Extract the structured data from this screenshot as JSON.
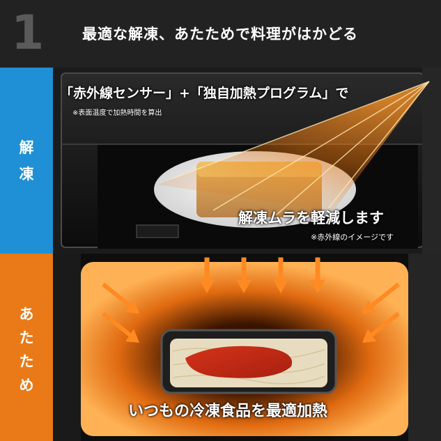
{
  "header": {
    "step_number": "1",
    "title": "最適な解凍、あたためで料理がはかどる"
  },
  "sections": {
    "defrost": {
      "side_label_line1": "解",
      "side_label_line2": "凍",
      "headline": "「赤外線センサー」+「独自加熱プログラム」で",
      "sub_note": "※表面温度で加熱時間を算出",
      "result": "解凍ムラを軽減します",
      "result_note": "※赤外線のイメージです",
      "accent_color": "#1f8fd6"
    },
    "reheat": {
      "side_label_line1": "あ",
      "side_label_line2": "た",
      "side_label_line3": "た",
      "side_label_line4": "め",
      "caption": "いつもの冷凍食品を最適加熱",
      "accent_color": "#e97a17"
    }
  }
}
